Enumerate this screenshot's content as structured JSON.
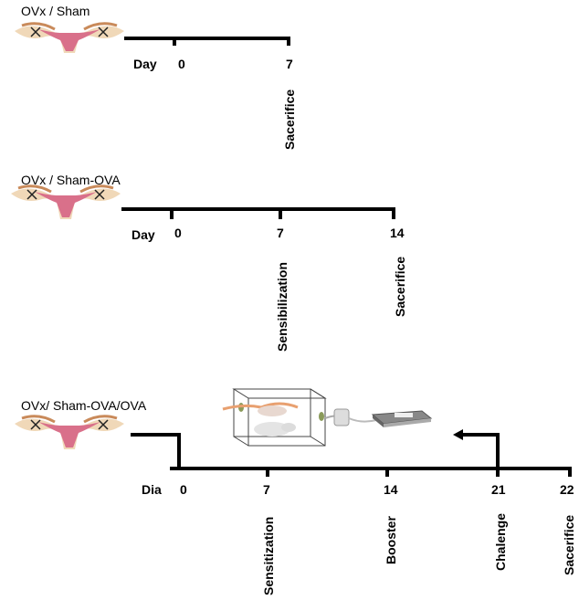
{
  "panels": [
    {
      "group_label": "OVx  / Sham",
      "axis_label": "Day",
      "ticks": [
        {
          "day": "0",
          "event": ""
        },
        {
          "day": "7",
          "event": "Sacerifice"
        }
      ]
    },
    {
      "group_label": "OVx  / Sham-OVA",
      "axis_label": "Day",
      "ticks": [
        {
          "day": "0",
          "event": ""
        },
        {
          "day": "7",
          "event": "Sensibilization"
        },
        {
          "day": "14",
          "event": "Sacerifice"
        }
      ]
    },
    {
      "group_label": "OVx/ Sham-OVA/OVA",
      "axis_label": "Dia",
      "ticks": [
        {
          "day": "0",
          "event": ""
        },
        {
          "day": "7",
          "event": "Sensitization"
        },
        {
          "day": "14",
          "event": "Booster"
        },
        {
          "day": "21",
          "event": "Chalenge"
        },
        {
          "day": "22",
          "event": "Sacerifice"
        }
      ]
    }
  ],
  "icons": {
    "ovary_uterus": "uterus-ovaries-illustration",
    "nebulizer": "nebulizer-chamber-illustration"
  },
  "colors": {
    "line": "#000000",
    "uterus": "#d9708a",
    "ovary": "#c9a06a"
  }
}
